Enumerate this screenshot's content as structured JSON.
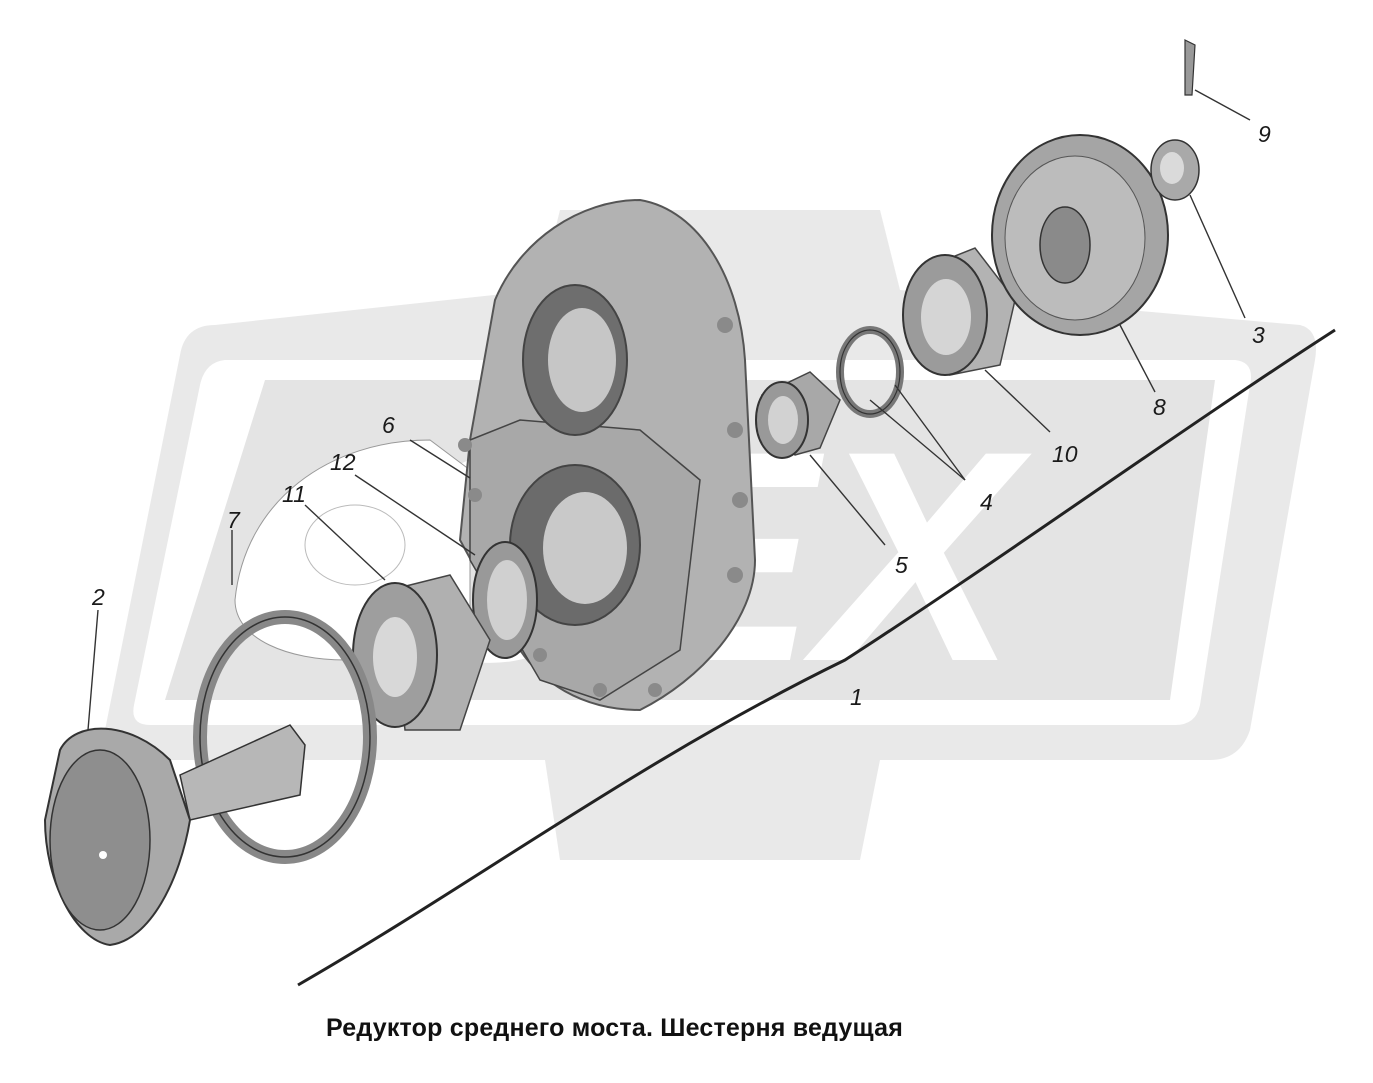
{
  "diagram": {
    "title": "Редуктор среднего моста. Шестерня ведущая",
    "watermark_text": "OEX",
    "colors": {
      "part_fill": "#b4b4b4",
      "part_dark": "#7a7a7a",
      "part_light": "#d6d6d6",
      "watermark": "#e2e2e2",
      "line": "#222222"
    },
    "callouts": [
      {
        "number": "1",
        "part": "housing"
      },
      {
        "number": "2",
        "part": "drive-gear"
      },
      {
        "number": "3",
        "part": "nut"
      },
      {
        "number": "4",
        "part": "ring"
      },
      {
        "number": "5",
        "part": "spacer-bushing"
      },
      {
        "number": "6",
        "part": "shim"
      },
      {
        "number": "7",
        "part": "seal-ring"
      },
      {
        "number": "8",
        "part": "driven-gear"
      },
      {
        "number": "9",
        "part": "cotter-pin"
      },
      {
        "number": "10",
        "part": "roller-bearing"
      },
      {
        "number": "11",
        "part": "tapered-bearing"
      },
      {
        "number": "12",
        "part": "bearing-cup"
      }
    ]
  }
}
